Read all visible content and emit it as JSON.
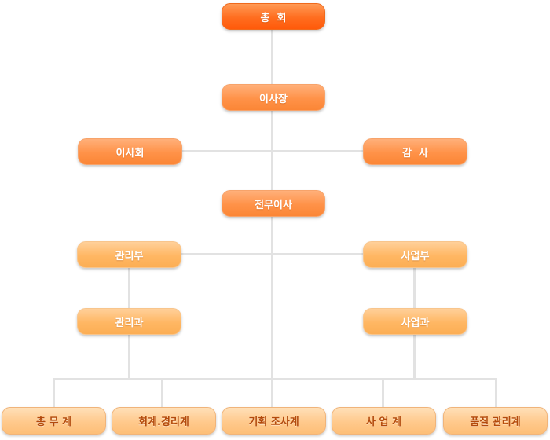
{
  "org_chart": {
    "general_assembly": "총  회",
    "chairman": "이사장",
    "board": "이사회",
    "auditor": "감  사",
    "managing_director": "전무이사",
    "management_dept": "관리부",
    "business_dept": "사업부",
    "management_section": "관리과",
    "business_section": "사업과",
    "teams": {
      "general_affairs": "총 무 계",
      "accounting": "회계.경리계",
      "planning": "기획 조사계",
      "business": "사 업 계",
      "quality": "품질 관리계"
    }
  },
  "colors": {
    "top": "#ff6d1f",
    "level1": "#ff9248",
    "level2": "#ffb763",
    "level3": "#ffc98c",
    "connector": "#e2e2e2"
  }
}
